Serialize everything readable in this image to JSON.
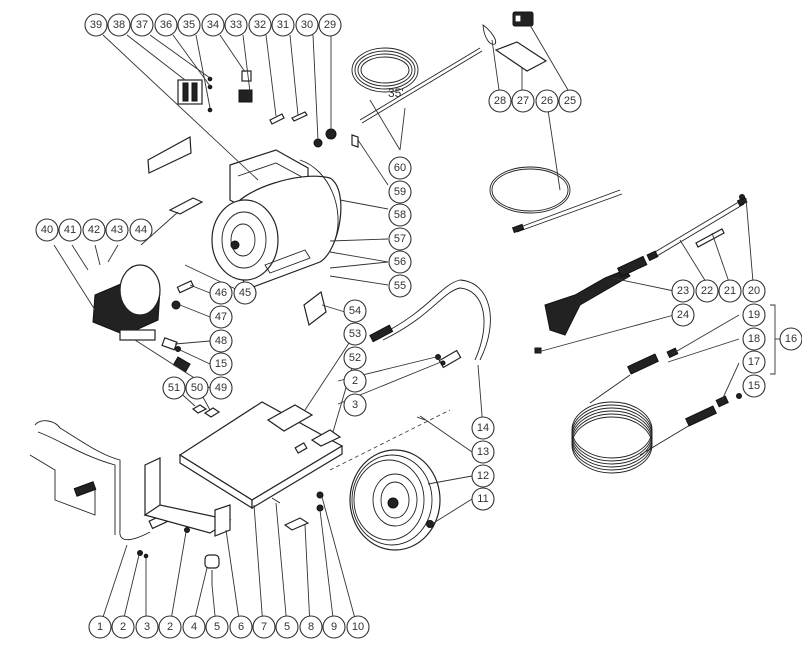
{
  "diagram": {
    "title": "Pressure washer exploded parts diagram",
    "hose_length_label": "35'",
    "callouts": [
      {
        "id": "c39",
        "label": "39"
      },
      {
        "id": "c38",
        "label": "38"
      },
      {
        "id": "c37",
        "label": "37"
      },
      {
        "id": "c36",
        "label": "36"
      },
      {
        "id": "c35",
        "label": "35"
      },
      {
        "id": "c34",
        "label": "34"
      },
      {
        "id": "c33",
        "label": "33"
      },
      {
        "id": "c32",
        "label": "32"
      },
      {
        "id": "c31",
        "label": "31"
      },
      {
        "id": "c30",
        "label": "30"
      },
      {
        "id": "c29",
        "label": "29"
      },
      {
        "id": "c28",
        "label": "28"
      },
      {
        "id": "c27",
        "label": "27"
      },
      {
        "id": "c26",
        "label": "26"
      },
      {
        "id": "c25",
        "label": "25"
      },
      {
        "id": "c60",
        "label": "60"
      },
      {
        "id": "c59",
        "label": "59"
      },
      {
        "id": "c58",
        "label": "58"
      },
      {
        "id": "c57",
        "label": "57"
      },
      {
        "id": "c56",
        "label": "56"
      },
      {
        "id": "c55",
        "label": "55"
      },
      {
        "id": "c40",
        "label": "40"
      },
      {
        "id": "c41",
        "label": "41"
      },
      {
        "id": "c42",
        "label": "42"
      },
      {
        "id": "c43",
        "label": "43"
      },
      {
        "id": "c44",
        "label": "44"
      },
      {
        "id": "c46",
        "label": "46"
      },
      {
        "id": "c45",
        "label": "45"
      },
      {
        "id": "c47",
        "label": "47"
      },
      {
        "id": "c48",
        "label": "48"
      },
      {
        "id": "c15a",
        "label": "15"
      },
      {
        "id": "c49",
        "label": "49"
      },
      {
        "id": "c51",
        "label": "51"
      },
      {
        "id": "c50",
        "label": "50"
      },
      {
        "id": "c54",
        "label": "54"
      },
      {
        "id": "c53",
        "label": "53"
      },
      {
        "id": "c52",
        "label": "52"
      },
      {
        "id": "c2a",
        "label": "2"
      },
      {
        "id": "c3a",
        "label": "3"
      },
      {
        "id": "c14",
        "label": "14"
      },
      {
        "id": "c13",
        "label": "13"
      },
      {
        "id": "c12",
        "label": "12"
      },
      {
        "id": "c11",
        "label": "11"
      },
      {
        "id": "c23",
        "label": "23"
      },
      {
        "id": "c22",
        "label": "22"
      },
      {
        "id": "c21",
        "label": "21"
      },
      {
        "id": "c20",
        "label": "20"
      },
      {
        "id": "c24",
        "label": "24"
      },
      {
        "id": "c19",
        "label": "19"
      },
      {
        "id": "c18",
        "label": "18"
      },
      {
        "id": "c17",
        "label": "17"
      },
      {
        "id": "c16",
        "label": "16"
      },
      {
        "id": "c15b",
        "label": "15"
      },
      {
        "id": "b1",
        "label": "1"
      },
      {
        "id": "b2",
        "label": "2"
      },
      {
        "id": "b3",
        "label": "3"
      },
      {
        "id": "b2b",
        "label": "2"
      },
      {
        "id": "b4",
        "label": "4"
      },
      {
        "id": "b5",
        "label": "5"
      },
      {
        "id": "b6",
        "label": "6"
      },
      {
        "id": "b7",
        "label": "7"
      },
      {
        "id": "b5b",
        "label": "5"
      },
      {
        "id": "b8",
        "label": "8"
      },
      {
        "id": "b9",
        "label": "9"
      },
      {
        "id": "b10",
        "label": "10"
      }
    ]
  }
}
